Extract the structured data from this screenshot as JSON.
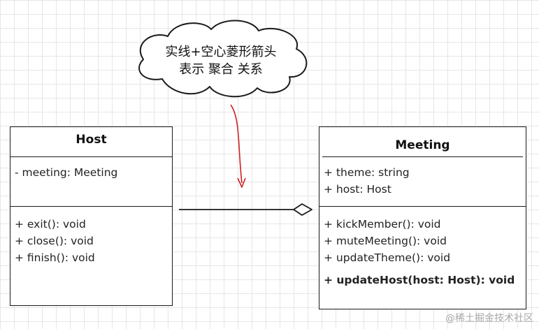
{
  "callout": {
    "line1": "实线+空心菱形箭头",
    "line2": "表示 聚合 关系"
  },
  "classes": [
    {
      "title": "Host",
      "attributes": [
        "- meeting: Meeting"
      ],
      "methods": [
        "+ exit(): void",
        "+ close(): void",
        "+ finish(): void"
      ]
    },
    {
      "title": "Meeting",
      "attributes": [
        "+ theme: string",
        "+ host: Host"
      ],
      "methods": [
        "+ kickMember(): void",
        "+ muteMeeting(): void",
        "+ updateTheme(): void",
        "+ updateHost(host: Host): void"
      ]
    }
  ],
  "relation": {
    "type": "aggregation",
    "line_color": "#1a1a1a",
    "arrow_color": "#cc2222"
  },
  "watermark": "@稀土掘金技术社区"
}
